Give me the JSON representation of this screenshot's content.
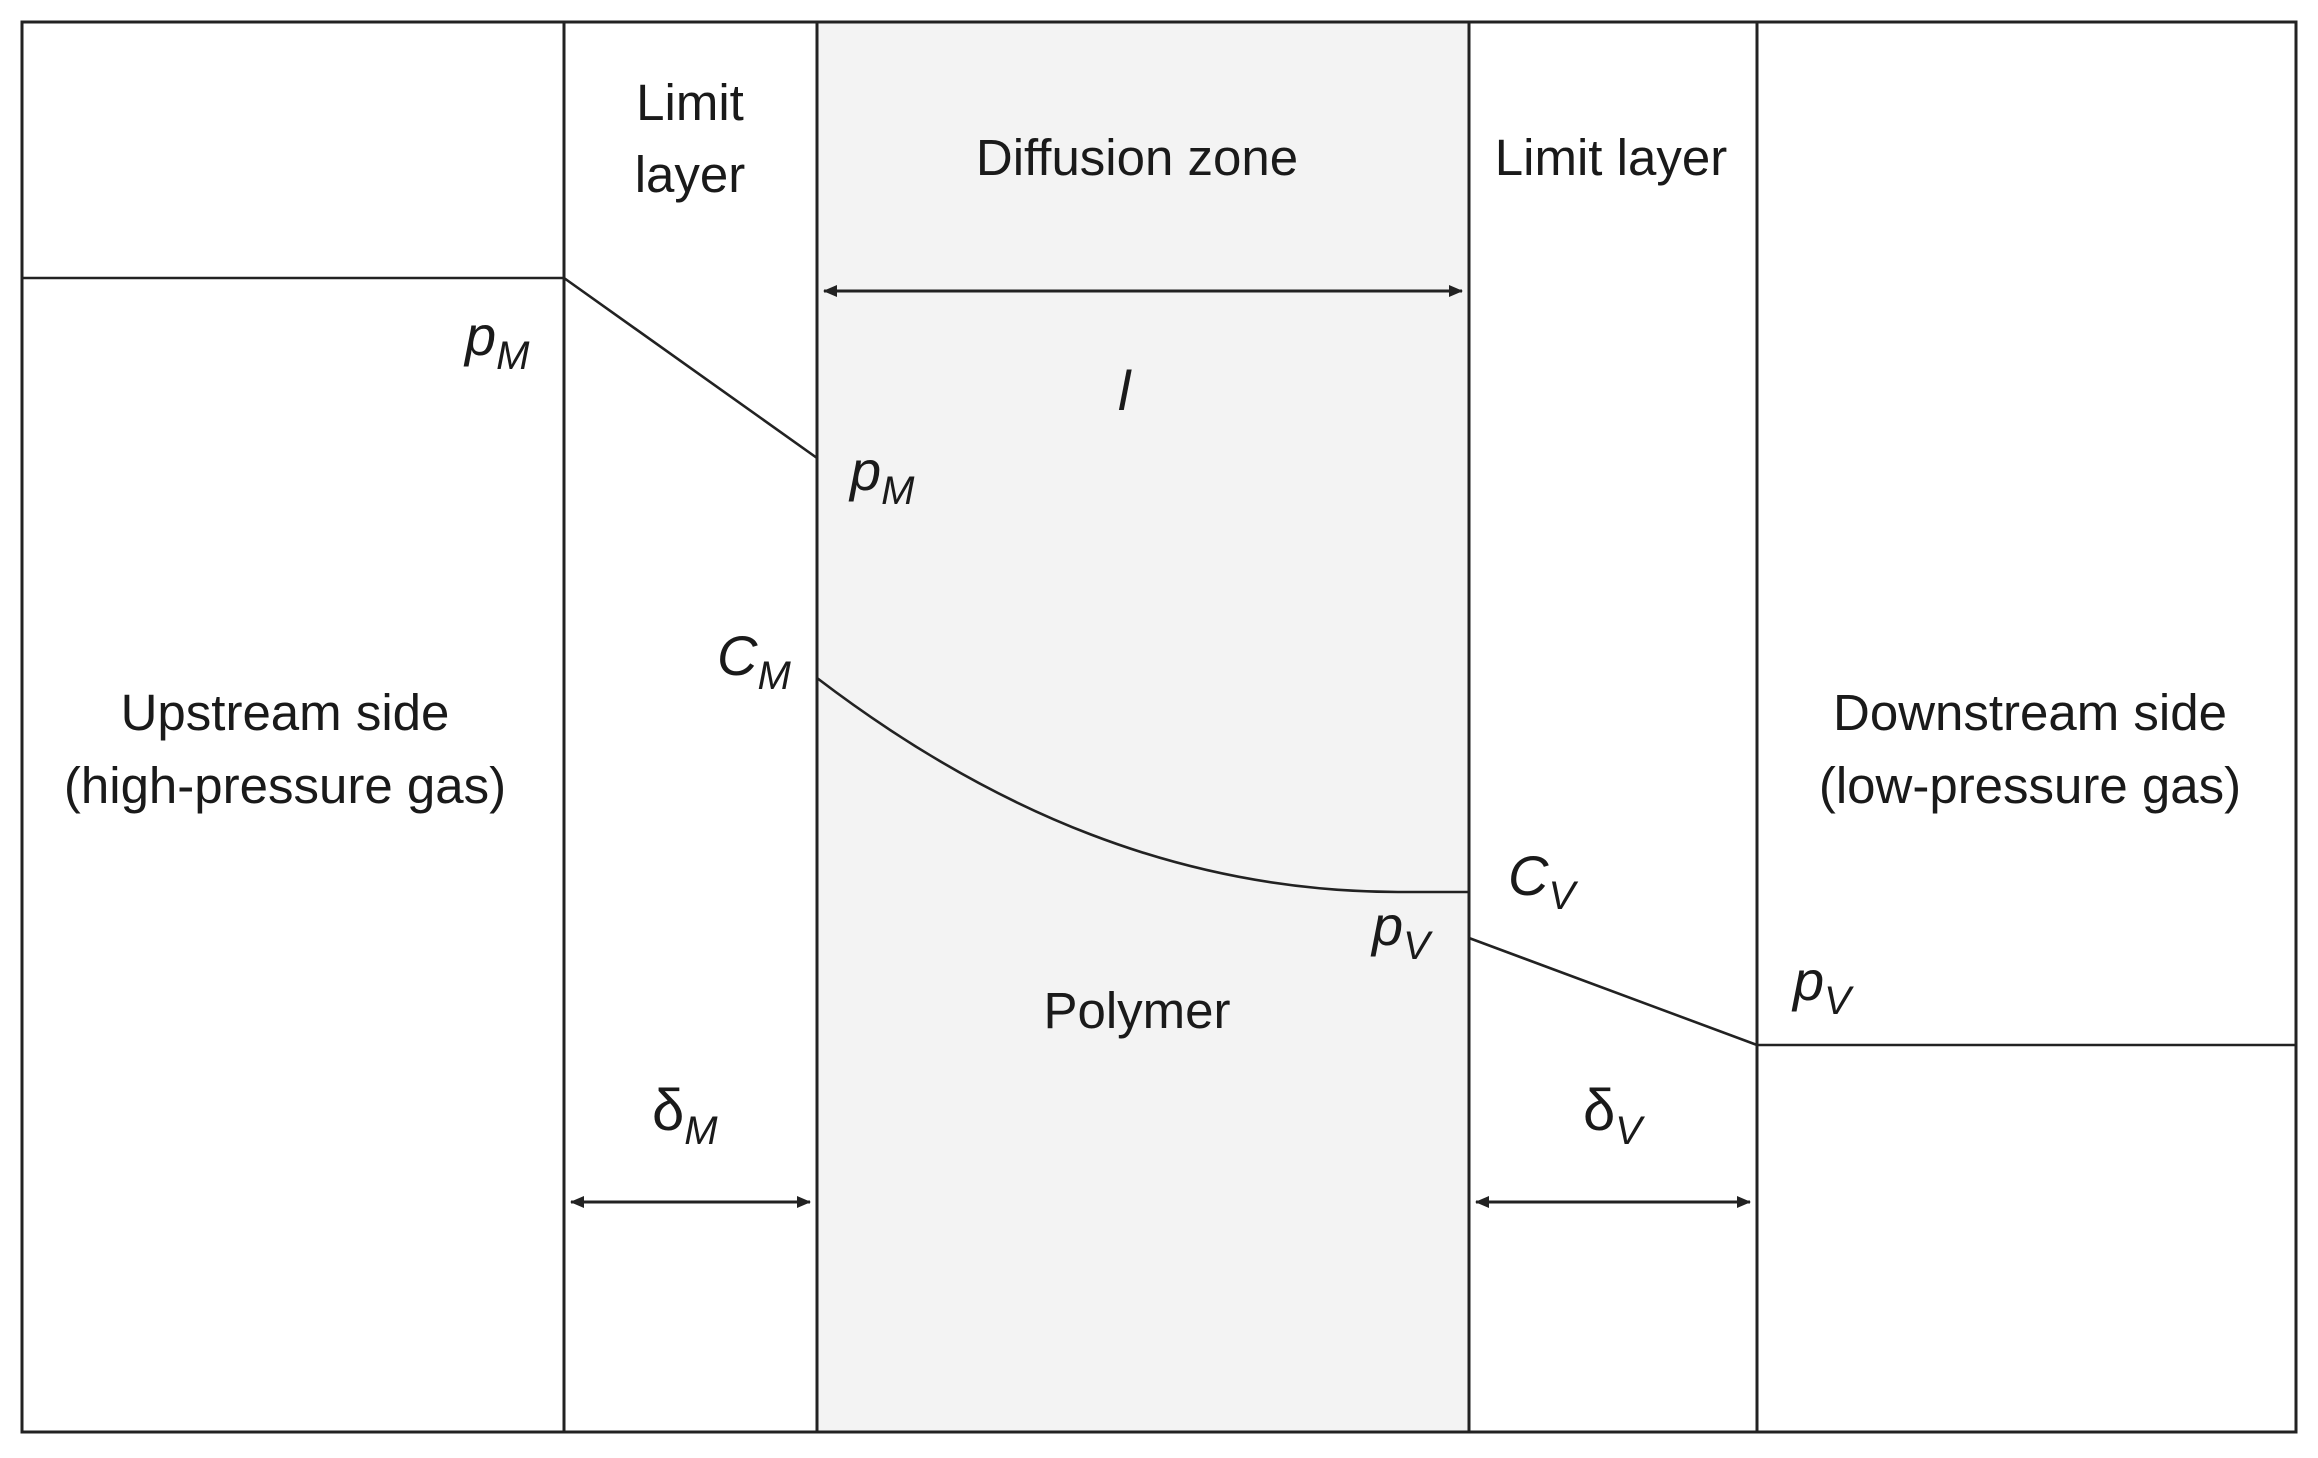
{
  "zones": {
    "limit_layer_left": [
      "Limit",
      "layer"
    ],
    "diffusion_zone": "Diffusion zone",
    "limit_layer_right": "Limit layer",
    "polymer": "Polymer",
    "upstream": [
      "Upstream side",
      "(high-pressure gas)"
    ],
    "downstream": [
      "Downstream side",
      "(low-pressure gas)"
    ]
  },
  "symbols": {
    "p": "p",
    "c": "C",
    "delta": "δ",
    "l": "l",
    "sub_m": "M",
    "sub_v": "V"
  },
  "colors": {
    "polymer_fill": "#f3f3f3",
    "line": "#222222",
    "background": "#ffffff"
  }
}
